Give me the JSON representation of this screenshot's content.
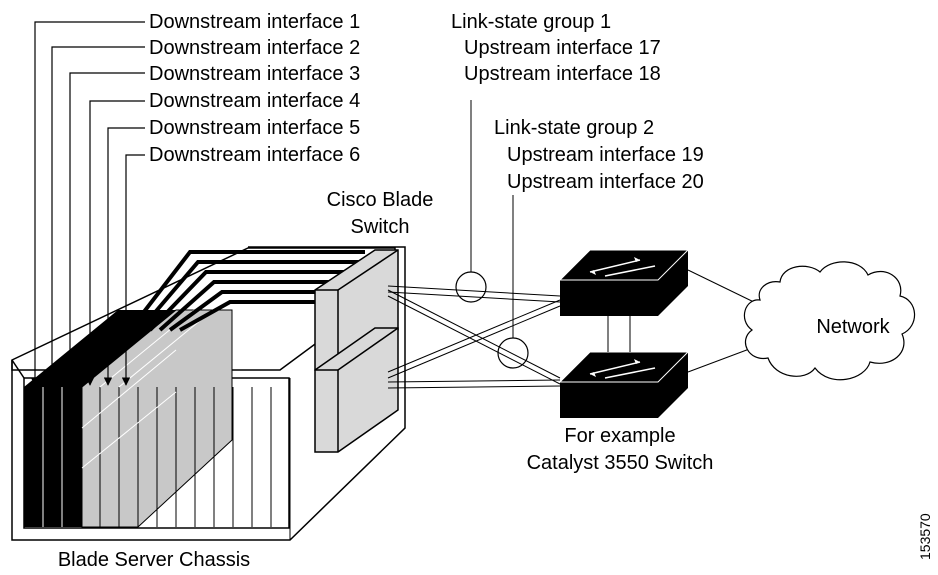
{
  "downstream_labels": [
    "Downstream interface 1",
    "Downstream interface 2",
    "Downstream interface 3",
    "Downstream interface 4",
    "Downstream interface 5",
    "Downstream interface 6"
  ],
  "group1": {
    "title": "Link-state group 1",
    "ports": [
      "Upstream interface 17",
      "Upstream interface 18"
    ]
  },
  "group2": {
    "title": "Link-state group 2",
    "ports": [
      "Upstream interface 19",
      "Upstream interface 20"
    ]
  },
  "blade_switch_label": [
    "Cisco Blade",
    "Switch"
  ],
  "network_label": "Network",
  "catalyst_label": [
    "For example",
    "Catalyst 3550 Switch"
  ],
  "chassis_label": "Blade Server Chassis",
  "figure_number": "153570",
  "colors": {
    "line": "#000000",
    "blade_gray": "#c8c8c8",
    "switch_gray": "#d9d9d9",
    "background": "#ffffff"
  }
}
